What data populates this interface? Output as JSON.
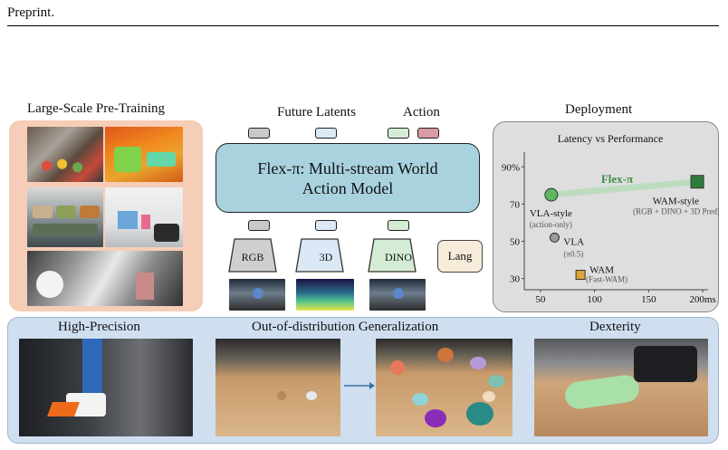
{
  "header": {
    "text": "Preprint."
  },
  "pretrain": {
    "title": "Large-Scale Pre-Training"
  },
  "model": {
    "future_latents_label": "Future Latents",
    "action_label": "Action",
    "name_line1": "Flex-π: Multi-stream World",
    "name_line2": "Action Model",
    "encoders": [
      "RGB",
      "3D",
      "DINO"
    ],
    "lang_label": "Lang"
  },
  "deployment": {
    "title": "Deployment"
  },
  "chart_data": {
    "type": "scatter",
    "title": "Latency vs Performance",
    "xlabel": "",
    "ylabel": "",
    "x_ticks": [
      "50",
      "100",
      "150",
      "200ms"
    ],
    "y_ticks": [
      "30",
      "50",
      "70",
      "90%"
    ],
    "xlim": [
      35,
      205
    ],
    "ylim": [
      24,
      95
    ],
    "points": [
      {
        "name": "VLA-style",
        "sub": "(action-only)",
        "x": 60,
        "y": 75,
        "marker": "circle",
        "color": "#5fb764"
      },
      {
        "name": "WAM-style",
        "sub": "(RGB + DINO + 3D Pred)",
        "x": 195,
        "y": 82,
        "marker": "square",
        "color": "#2f7d3c"
      },
      {
        "name": "VLA",
        "sub": "(π0.5)",
        "x": 63,
        "y": 52,
        "marker": "circle",
        "color": "#9a9a9a"
      },
      {
        "name": "WAM",
        "sub": "(Fast-WAM)",
        "x": 87,
        "y": 32,
        "marker": "square",
        "color": "#e0a534"
      }
    ],
    "highlight_label": "Flex-π",
    "highlight_color": "#3f8f47"
  },
  "bottom": {
    "labels": [
      "High-Precision",
      "Out-of-distribution Generalization",
      "Dexterity"
    ]
  }
}
